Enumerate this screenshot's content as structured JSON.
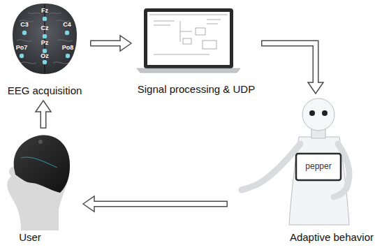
{
  "diagram": {
    "nodes": [
      {
        "text": [
          "EEG acquisition"
        ]
      },
      {
        "text": [
          "Signal processing & UDP"
        ]
      },
      {
        "text": [
          "Adaptive behavior"
        ]
      },
      {
        "text": [
          "User"
        ]
      }
    ],
    "edges": [
      {
        "from": 0,
        "to": 1,
        "arrow": "to"
      },
      {
        "from": 1,
        "to": 2,
        "arrow": "to"
      },
      {
        "from": 2,
        "to": 3,
        "arrow": "to"
      },
      {
        "from": 3,
        "to": 0,
        "arrow": "to"
      }
    ],
    "labels": [
      "Fz",
      "C3",
      "Cz",
      "C4",
      "Pz",
      "Po7",
      "Oz",
      "Po8",
      "pepper"
    ]
  }
}
